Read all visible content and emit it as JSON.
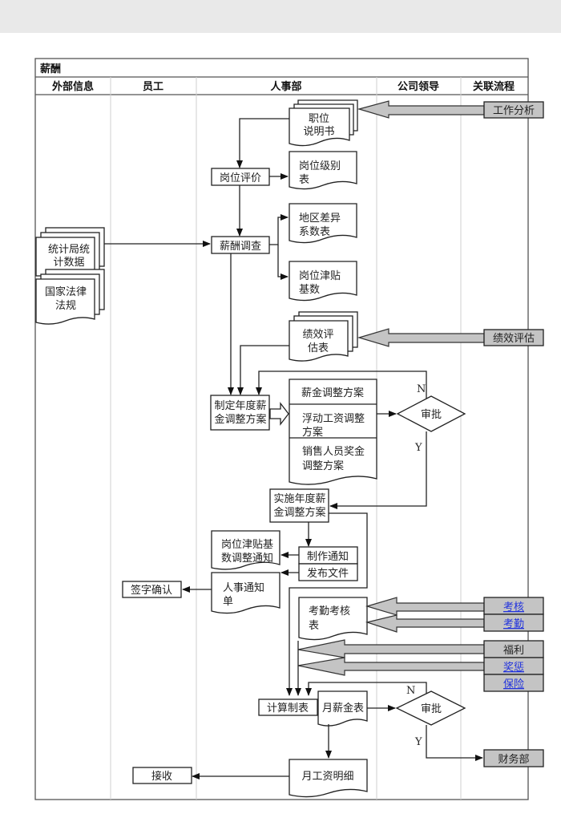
{
  "title": "薪酬",
  "lanes": [
    "外部信息",
    "员工",
    "人事部",
    "公司领导",
    "关联流程"
  ],
  "nodes": {
    "job_desc": [
      "职位",
      "说明书"
    ],
    "job_eval": "岗位评价",
    "job_grade": [
      "岗位级别",
      "表"
    ],
    "region_diff": [
      "地区差异",
      "系数表"
    ],
    "salary_survey": "薪酬调查",
    "post_allow": [
      "岗位津贴",
      "基数"
    ],
    "stats": [
      "统计局统",
      "计数据"
    ],
    "law": [
      "国家法律",
      "法规"
    ],
    "perf_form": [
      "绩效评",
      "估表"
    ],
    "make_plan": [
      "制定年度薪",
      "金调整方案"
    ],
    "plan_salary": "薪金调整方案",
    "plan_float": [
      "浮动工资调整",
      "方案"
    ],
    "plan_sales": [
      "销售人员奖金",
      "调整方案"
    ],
    "approve1": "审批",
    "impl_plan": [
      "实施年度薪",
      "金调整方案"
    ],
    "allow_notice": [
      "岗位津贴基",
      "数调整通知"
    ],
    "make_notice": "制作通知",
    "publish_doc": "发布文件",
    "hr_notice": [
      "人事通知",
      "单"
    ],
    "sign_confirm": "签字确认",
    "attendance_form": [
      "考勤考核",
      "表"
    ],
    "calc_table": "计算制表",
    "monthly_salary": "月薪金表",
    "approve2": "审批",
    "monthly_detail": "月工资明细",
    "receive": "接收",
    "n_label": "N",
    "y_label": "Y"
  },
  "related": {
    "job_analysis": "工作分析",
    "perf_eval": "绩效评估",
    "assessment": "考核",
    "attendance": "考勤",
    "welfare": "福利",
    "reward_punish": "奖惩",
    "insurance": "保险",
    "finance": "财务部"
  },
  "colors": {
    "related_box": "#c4c4c4",
    "link": "#2233dd",
    "topbar": "#e9e9e9"
  }
}
